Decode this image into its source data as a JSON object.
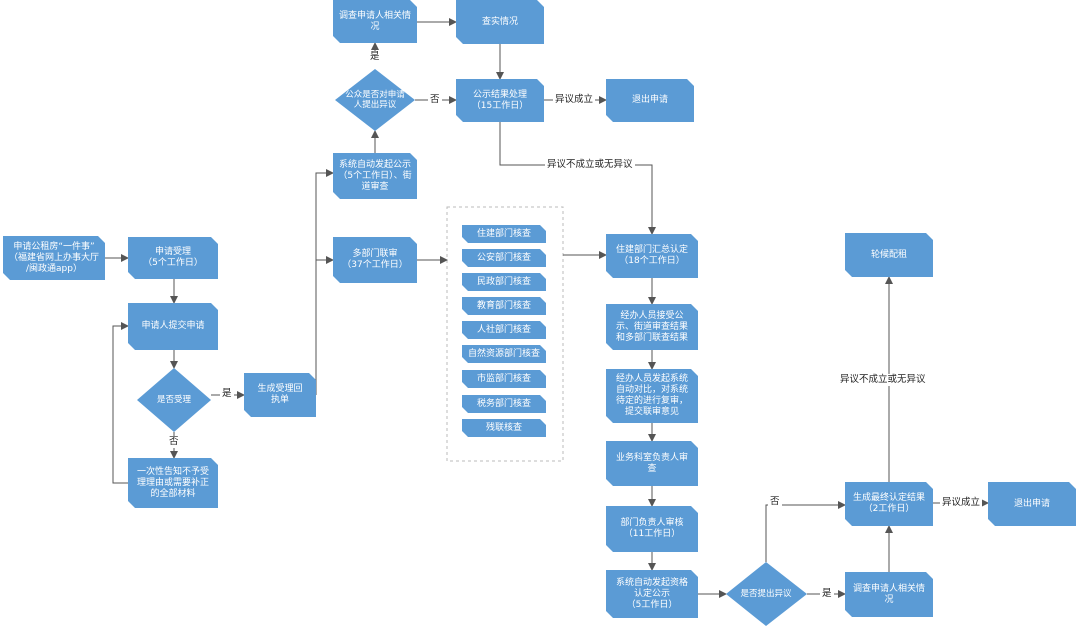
{
  "colors": {
    "node_fill": "#5b9bd5",
    "node_text": "#ffffff",
    "line": "#555555",
    "dashed_group": "#bbbbbb"
  },
  "nodes": {
    "apply_entry": "申请公租房“一件事”\n（福建省网上办事大厅\n/闽政通app）",
    "accept": "申请受理\n（5个工作日）",
    "submit": "申请人提交申请",
    "decide_accept": "是否受理",
    "notify_reject": "一次性告知不予受\n理理由或需要补正\n的全部材料",
    "receipt": "生成受理回\n执单",
    "auto_public": "系统自动发起公示\n（5个工作日）、街\n道审查",
    "multi_review": "多部门联审\n（37个工作日）",
    "public_objection": "公众是否对申请\n人提出异议",
    "investigate_top": "调查申请人相关情\n况",
    "verify": "查实情况",
    "public_result": "公示结果处理\n（15工作日）",
    "exit_top": "退出申请",
    "housing_summary": "住建部门汇总认定\n（18个工作日）",
    "staff_accept": "经办人员接受公\n示、街道审查结果\n和多部门联查结果",
    "staff_compare": "经办人员发起系统\n自动对比，对系统\n待定的进行复审，\n提交联审意见",
    "section_chief": "业务科室负责人审\n查",
    "dept_head": "部门负责人审核\n（11工作日）",
    "auto_qual_public": "系统自动发起资格\n认定公示\n（5工作日）",
    "decide_objection": "是否提出异议",
    "investigate_bottom": "调查申请人相关情\n况",
    "final_result": "生成最终认定结果\n（2工作日）",
    "exit_bottom": "退出申请",
    "rotation": "轮候配租"
  },
  "departments": [
    "住建部门核查",
    "公安部门核查",
    "民政部门核查",
    "教育部门核查",
    "人社部门核查",
    "自然资源部门核查",
    "市监部门核查",
    "税务部门核查",
    "残联核查"
  ],
  "edge_labels": {
    "yes_receipt": "是",
    "no_notify": "否",
    "yes_investigate": "是",
    "no_result": "否",
    "objection_upheld_top": "异议成立",
    "not_upheld_top": "异议不成立或无异议",
    "no_final": "否",
    "yes_bottom": "是",
    "objection_upheld_bottom": "异议成立",
    "not_upheld_bottom": "异议不成立或无异议"
  }
}
